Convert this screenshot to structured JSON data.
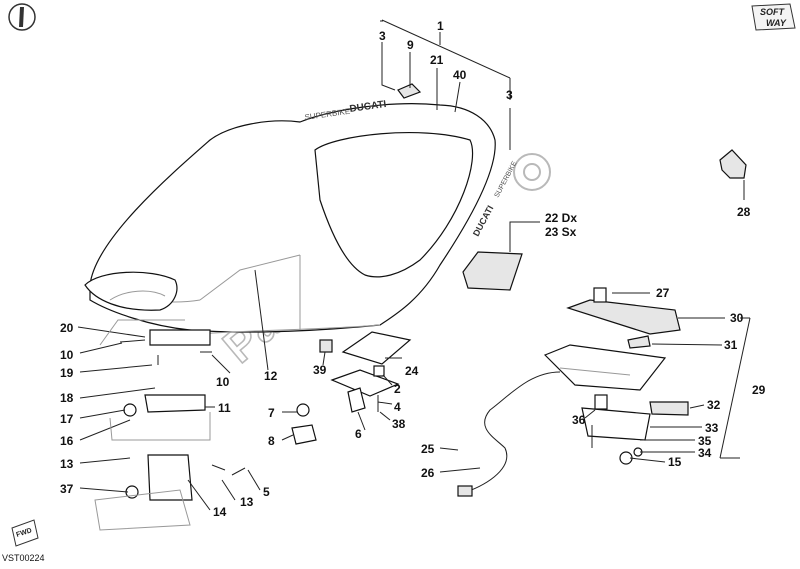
{
  "footer_code": "VST00224",
  "watermark": "PartsRepublik",
  "logos": {
    "soft_way_top": "SOFT",
    "soft_way_bottom": "WAY",
    "fwd_badge": "FWD"
  },
  "seat_prints": {
    "brand": "DUCATI",
    "model": "SUPERBIKE"
  },
  "callouts": {
    "c1": "1",
    "c3a": "3",
    "c9": "9",
    "c21": "21",
    "c40": "40",
    "c3b": "3",
    "c22": "22 Dx",
    "c23": "23 Sx",
    "c28": "28",
    "c27": "27",
    "c30": "30",
    "c31": "31",
    "c29": "29",
    "c32": "32",
    "c33": "33",
    "c35": "35",
    "c34": "34",
    "c15": "15",
    "c36": "36",
    "c24": "24",
    "c2": "2",
    "c4": "4",
    "c38": "38",
    "c6": "6",
    "c39": "39",
    "c7": "7",
    "c8": "8",
    "c12": "12",
    "c10a": "10",
    "c10b": "10",
    "c20": "20",
    "c19": "19",
    "c18": "18",
    "c11": "11",
    "c17": "17",
    "c16": "16",
    "c13a": "13",
    "c13b": "13",
    "c5": "5",
    "c37": "37",
    "c14": "14",
    "c25": "25",
    "c26": "26"
  }
}
